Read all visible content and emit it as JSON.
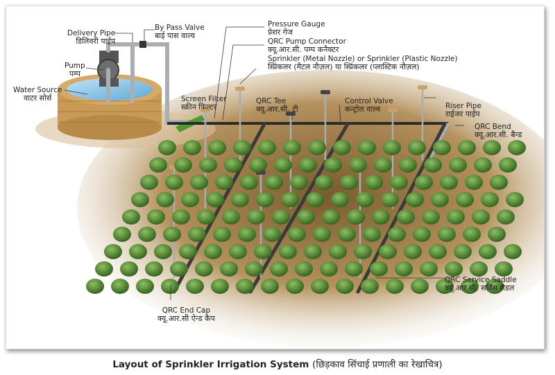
{
  "title": "Layout of Sprinkler Irrigation System",
  "title_hindi": "(छिड़काव सिंचाई प्रणाली का रेखाचित्र)",
  "colors": {
    "soil": "#c9a878",
    "shrub": "#4f8a2e",
    "pipe_dark": "#2a2a2a",
    "pipe_grey": "#a9aeb2",
    "water": "#8cc7e8",
    "brick": "#c99a55",
    "filter": "#4c9a30",
    "sprinkler": "#c8a26a"
  },
  "labels": {
    "delivery_pipe": {
      "en": "Delivery Pipe",
      "hi": "डिलिवरी पाईप"
    },
    "bypass_valve": {
      "en": "By Pass Valve",
      "hi": "बाई पास वाल्व"
    },
    "pump": {
      "en": "Pump",
      "hi": "पम्प"
    },
    "water_source": {
      "en": "Water Source",
      "hi": "वाटर सोर्स"
    },
    "pressure_gauge": {
      "en": "Pressure Gauge",
      "hi": "प्रेशर गेज"
    },
    "qrc_pump_connector": {
      "en": "QRC Pump Connector",
      "hi": "क्यू.आर.सी. पम्प कनैक्टर"
    },
    "sprinkler": {
      "en": "Sprinkler (Metal Nozzle) or Sprinkler (Plastic Nozzle)",
      "hi": "स्प्रिंकलर (मैटल नौज़ल) या स्प्रिंकलर (प्लास्टिक नौज़ल)"
    },
    "screen_filter": {
      "en": "Screen Filter",
      "hi": "स्क्रीन फिल्टर"
    },
    "qrc_tee": {
      "en": "QRC Tee",
      "hi": "क्यू.आर.सी. टी"
    },
    "control_valve": {
      "en": "Control Valve",
      "hi": "कन्ट्रोल वाल्व"
    },
    "riser_pipe": {
      "en": "Riser Pipe",
      "hi": "राईजर पाईप"
    },
    "qrc_bend": {
      "en": "QRC Bend",
      "hi": "क्यू.आर.सी. बैन्ड"
    },
    "qrc_service_saddle": {
      "en": "QRC Service Saddle",
      "hi": "क्यू.आर.सी. सर्विस सैडल"
    },
    "qrc_end_cap": {
      "en": "QRC End Cap",
      "hi": "क्यू.आर.सी ऐन्ड कैप"
    }
  }
}
